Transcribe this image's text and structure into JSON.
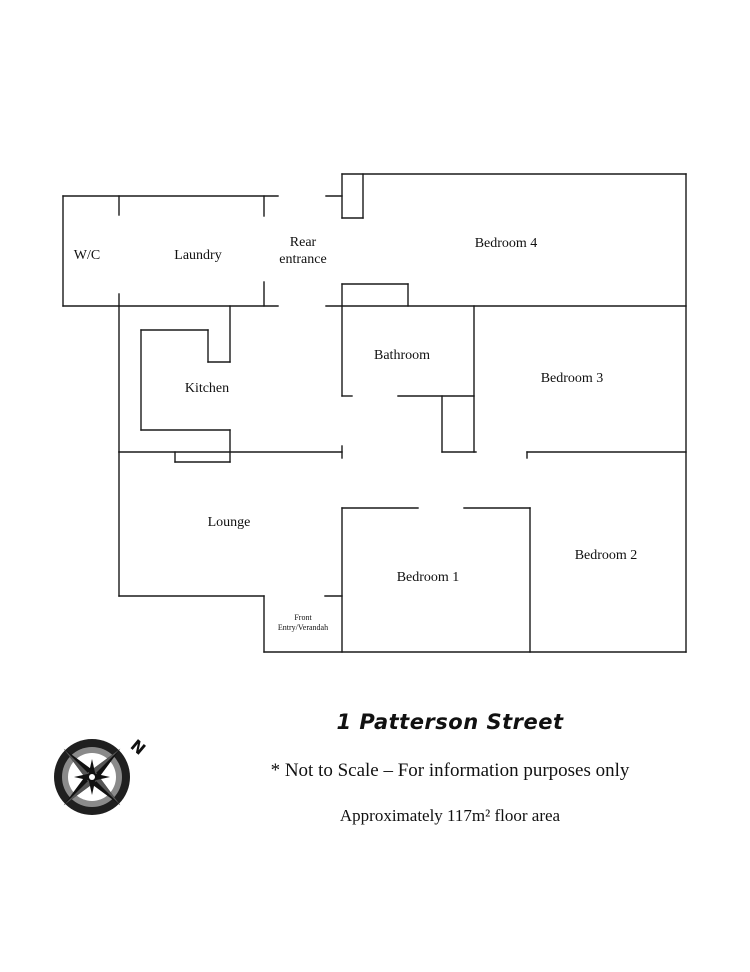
{
  "rooms": {
    "wc": "W/C",
    "laundry": "Laundry",
    "rear_entrance_line1": "Rear",
    "rear_entrance_line2": "entrance",
    "bedroom4": "Bedroom 4",
    "bathroom": "Bathroom",
    "bedroom3": "Bedroom 3",
    "kitchen": "Kitchen",
    "lounge": "Lounge",
    "bedroom1": "Bedroom 1",
    "bedroom2": "Bedroom 2",
    "front_entry_line1": "Front",
    "front_entry_line2": "Entry/Verandah"
  },
  "caption": {
    "title": "1 Patterson Street",
    "disclaimer": "* Not to Scale – For information purposes only",
    "area": "Approximately 117m² floor area"
  },
  "compass": {
    "icon": "compass-rose-icon",
    "north_label": "N"
  }
}
